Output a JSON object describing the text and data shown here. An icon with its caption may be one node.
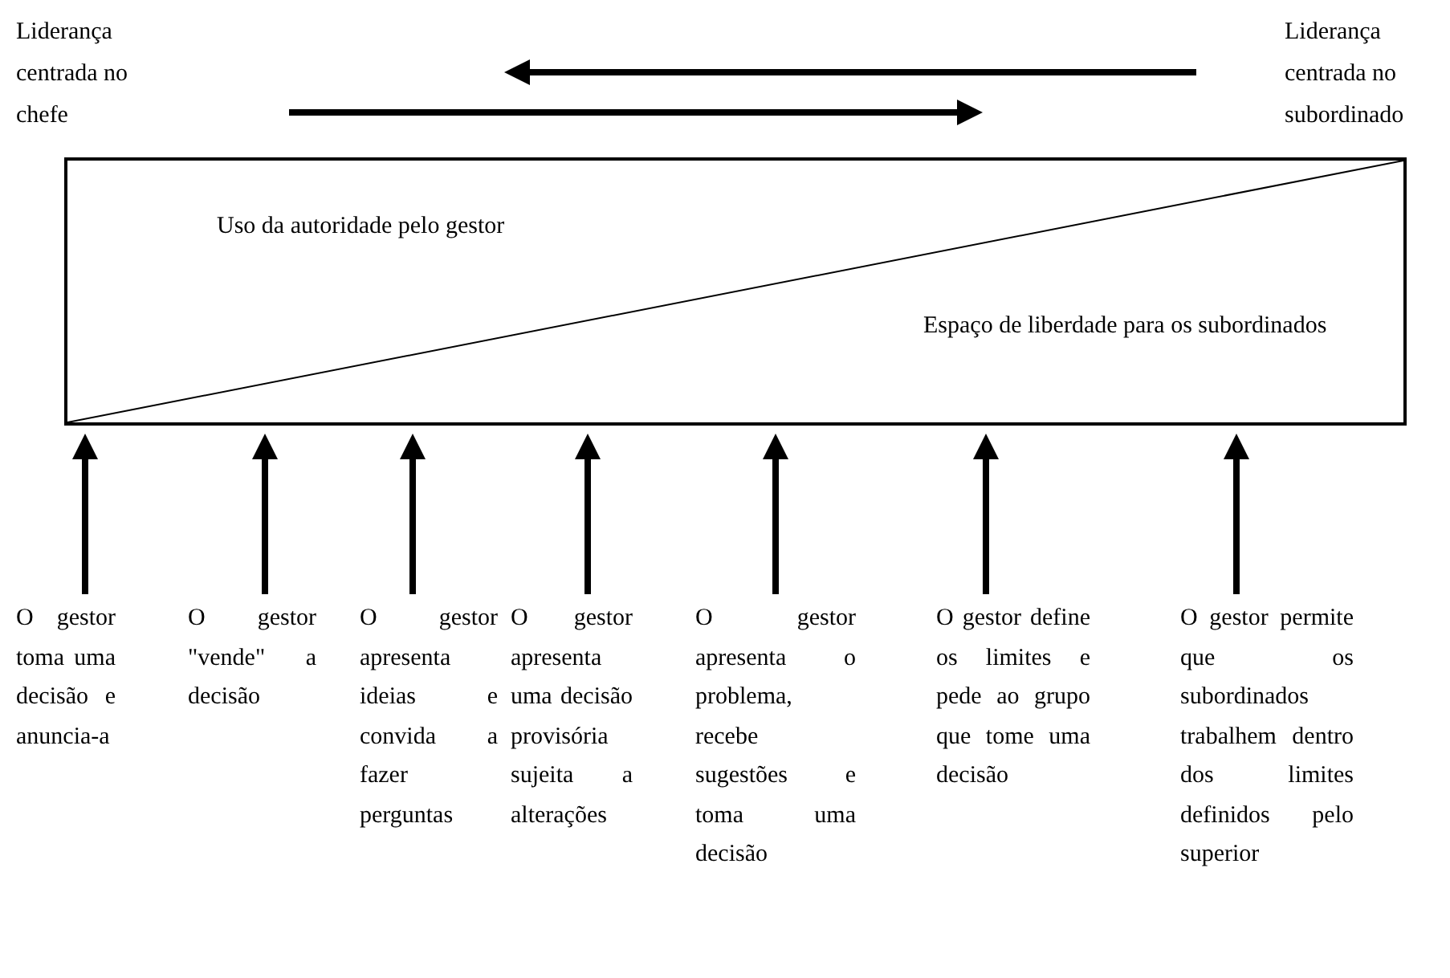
{
  "diagram": {
    "nodes": [
      {
        "text": [
          "Uso da autoridade pelo gestor",
          "Espaço de liberdade para os subordinados"
        ]
      },
      {
        "text": [
          "O gestor toma uma decisão e anuncia-a"
        ]
      },
      {
        "text": [
          "O gestor \"vende\" a decisão"
        ]
      },
      {
        "text": [
          "O gestor apresenta ideias e convida a fazer perguntas"
        ]
      },
      {
        "text": [
          "O gestor apresenta uma decisão provisória sujeita a alterações"
        ]
      },
      {
        "text": [
          "O gestor apresenta o problema, recebe sugestões e toma uma decisão"
        ]
      },
      {
        "text": [
          "O gestor define os limites e pede ao grupo que tome uma decisão"
        ]
      },
      {
        "text": [
          "O gestor permite que os subordinados trabalhem dentro dos limites definidos pelo superior"
        ]
      }
    ],
    "edges": [
      {
        "from": 1,
        "to": 0,
        "arrow": "to"
      },
      {
        "from": 2,
        "to": 0,
        "arrow": "to"
      },
      {
        "from": 3,
        "to": 0,
        "arrow": "to"
      },
      {
        "from": 4,
        "to": 0,
        "arrow": "to"
      },
      {
        "from": 5,
        "to": 0,
        "arrow": "to"
      },
      {
        "from": 6,
        "to": 0,
        "arrow": "to"
      },
      {
        "from": 7,
        "to": 0,
        "arrow": "to"
      }
    ],
    "labels": [
      "Liderança centrada no chefe",
      "Liderança centrada no subordinado"
    ]
  }
}
